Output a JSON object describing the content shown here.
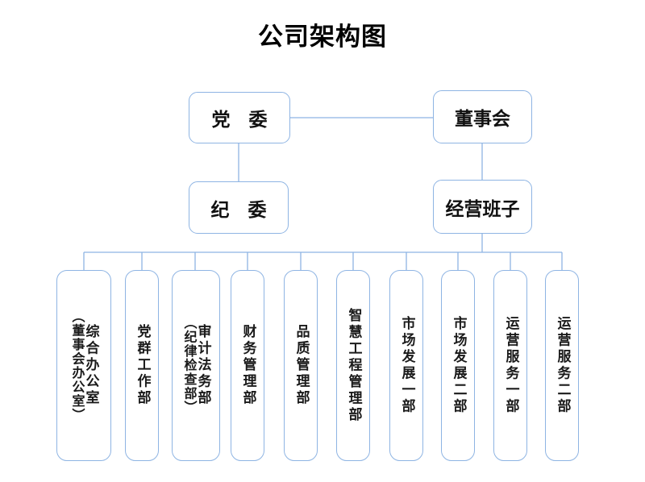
{
  "title": "公司架构图",
  "theme": {
    "border_color": "#8EB4E3",
    "connector_color": "#8EB4E3",
    "text_color": "#111111",
    "background": "#ffffff"
  },
  "nodes": {
    "party_committee": {
      "label": "党　委"
    },
    "board_of_directors": {
      "label": "董事会"
    },
    "discipline_committee": {
      "label": "纪　委"
    },
    "management_team": {
      "label": "经营班子"
    }
  },
  "departments": [
    {
      "label": "综合办公室",
      "sublabel": "（董事会办公室）"
    },
    {
      "label": "党群工作部",
      "sublabel": ""
    },
    {
      "label": "审计法务部",
      "sublabel": "（纪律检查部）"
    },
    {
      "label": "财务管理部",
      "sublabel": ""
    },
    {
      "label": "品质管理部",
      "sublabel": ""
    },
    {
      "label": "智慧工程管理部",
      "sublabel": ""
    },
    {
      "label": "市场发展一部",
      "sublabel": ""
    },
    {
      "label": "市场发展二部",
      "sublabel": ""
    },
    {
      "label": "运营服务一部",
      "sublabel": ""
    },
    {
      "label": "运营服务二部",
      "sublabel": ""
    }
  ]
}
